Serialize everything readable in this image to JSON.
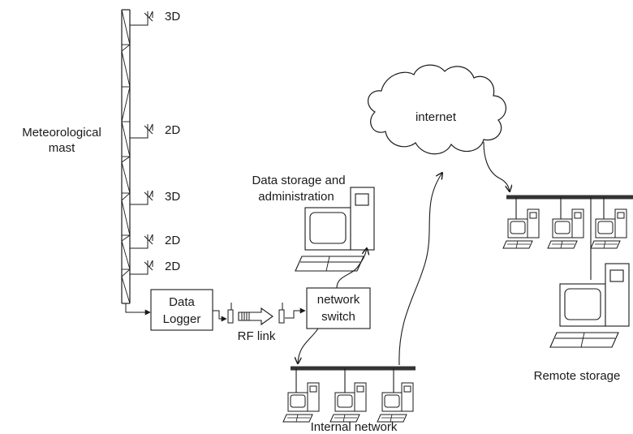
{
  "labels": {
    "mast_line1": "Meteorological",
    "mast_line2": "mast",
    "sensor_3d_top": "3D",
    "sensor_2d_upper": "2D",
    "sensor_3d_mid": "3D",
    "sensor_2d_a": "2D",
    "sensor_2d_b": "2D",
    "logger_line1": "Data",
    "logger_line2": "Logger",
    "rf_link": "RF link",
    "switch_line1": "network",
    "switch_line2": "switch",
    "storage_line1": "Data storage and",
    "storage_line2": "administration",
    "internet": "internet",
    "internal_network": "Internal network",
    "remote_storage": "Remote storage"
  },
  "icons": [
    "antenna-icon",
    "wind-sensor-icon",
    "desktop-computer-icon",
    "server-computer-icon",
    "cloud-icon"
  ],
  "colors": {
    "stroke": "#1a1a1a",
    "bus": "#333333",
    "background": "#ffffff"
  }
}
